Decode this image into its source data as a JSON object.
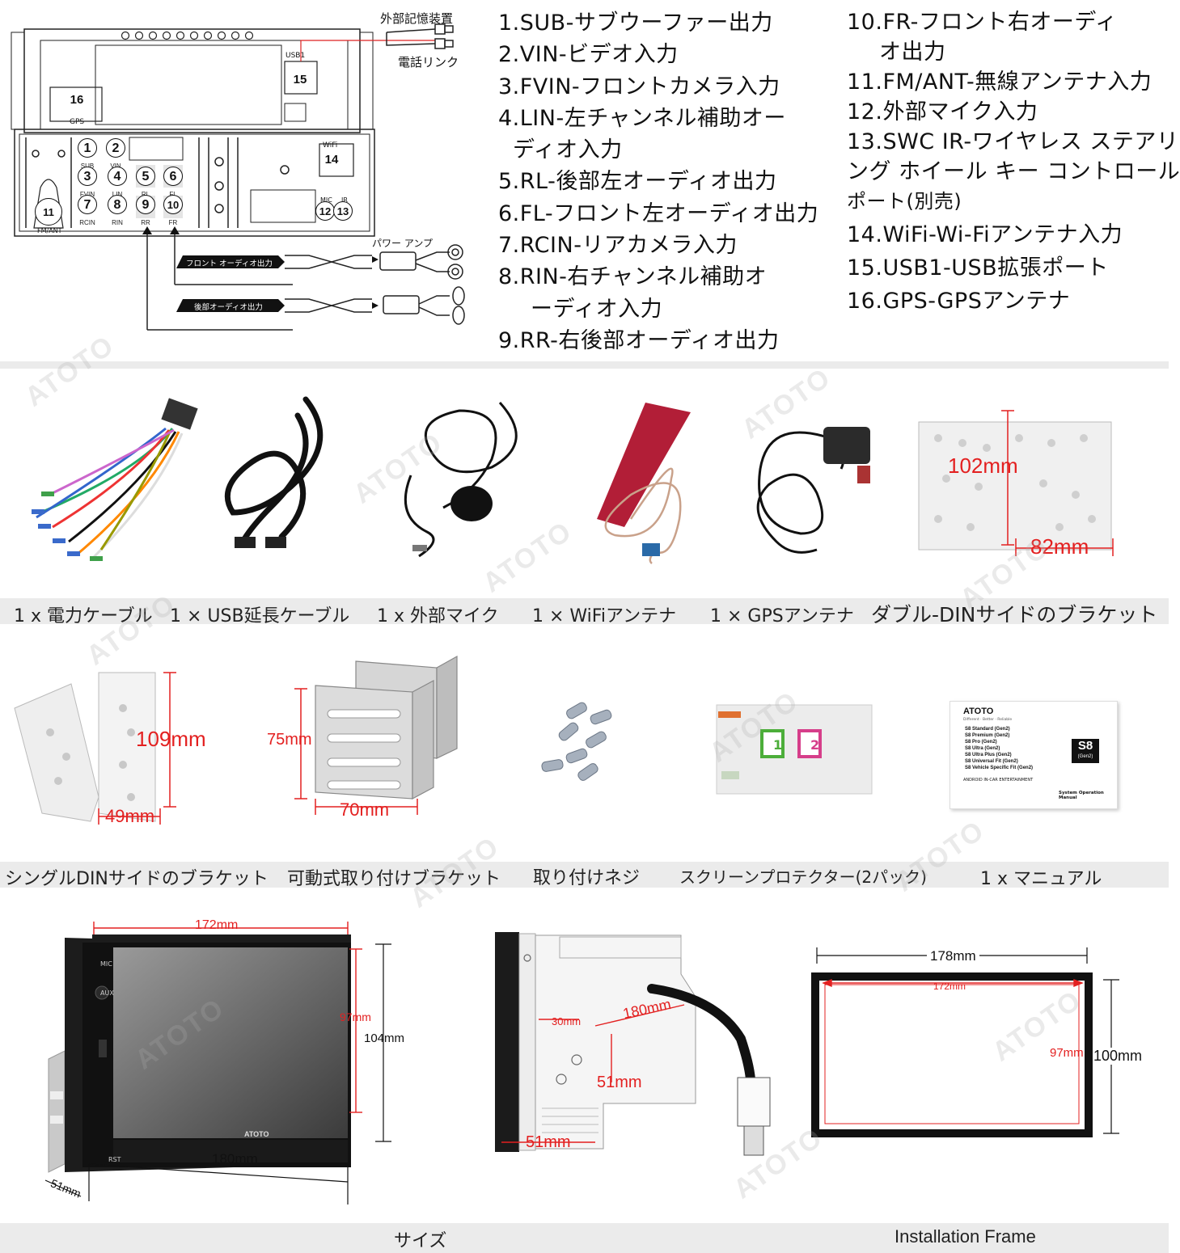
{
  "wiring": {
    "storage_label": "外部記憶装置",
    "phone_label": "電話リンク",
    "usb1_label": "USB1",
    "gps_label": "GPS",
    "fmant_label": "FM/ANT",
    "wifi_label": "WiFi",
    "mic_label": "MIC",
    "ir_label": "IR",
    "front_audio_label": "フロント オーディオ出力",
    "rear_audio_label": "後部オーディオ出力",
    "amp_label": "パワー アンプ",
    "ports": [
      {
        "num": "1",
        "label": "SUB"
      },
      {
        "num": "2",
        "label": "VIN"
      },
      {
        "num": "3",
        "label": "FVIN"
      },
      {
        "num": "4",
        "label": "LIN"
      },
      {
        "num": "5",
        "label": "RL"
      },
      {
        "num": "6",
        "label": "FL"
      },
      {
        "num": "7",
        "label": "RCIN"
      },
      {
        "num": "8",
        "label": "RIN"
      },
      {
        "num": "9",
        "label": "RR"
      },
      {
        "num": "10",
        "label": "FR"
      },
      {
        "num": "11",
        "label": ""
      },
      {
        "num": "12",
        "label": ""
      },
      {
        "num": "13",
        "label": ""
      },
      {
        "num": "14",
        "label": ""
      },
      {
        "num": "15",
        "label": ""
      },
      {
        "num": "16",
        "label": ""
      }
    ]
  },
  "pins_left": [
    "1.SUB-サブウーファー出力",
    "2.VIN-ビデオ入力",
    "3.FVIN-フロントカメラ入力",
    "4.LIN-左チャンネル補助オー",
    "ディオ入力",
    "5.RL-後部左オーディオ出力",
    "6.FL-フロント左オーディオ出力",
    "7.RCIN-リアカメラ入力",
    "8.RIN-右チャンネル補助オ",
    "ーディオ入力",
    "9.RR-右後部オーディオ出力"
  ],
  "pins_right": [
    "10.FR-フロント右オーディ",
    "オ出力",
    "11.FM/ANT-無線アンテナ入力",
    "12.外部マイク入力",
    "13.SWC IR-ワイヤレス ステアリ",
    "ング ホイール キー コントロール",
    "ポート(別売)",
    "14.WiFi-Wi-Fiアンテナ入力",
    "15.USB1-USB拡張ポート",
    "16.GPS-GPSアンテナ"
  ],
  "row1_captions": [
    "1 x 電力ケーブル",
    "1 × USB延長ケーブル",
    "1 x 外部マイク",
    "1 × WiFiアンテナ",
    "1 × GPSアンテナ",
    "ダブル-DINサイドのブラケット"
  ],
  "row2_captions": [
    "シングルDINサイドのブラケット",
    "可動式取り付けブラケット",
    "取り付けネジ",
    "スクリーンプロテクター(2パック)",
    "1 x マニュアル"
  ],
  "row3_captions": [
    "サイズ",
    "Installation Frame"
  ],
  "dims": {
    "double_din_h": "102mm",
    "double_din_w": "82mm",
    "single_din_h": "109mm",
    "single_din_w": "49mm",
    "bracket_h": "75mm",
    "bracket_w": "70mm",
    "screen_w": "172mm",
    "screen_h": "97mm",
    "unit_h": "104mm",
    "unit_w": "180mm",
    "unit_d": "51mm",
    "side_a": "30mm",
    "side_b": "180mm",
    "side_c": "51mm",
    "side_d": "51mm",
    "frame_outer_w": "178mm",
    "frame_inner_w": "172mm",
    "frame_inner_h": "97mm",
    "frame_outer_h": "100mm"
  },
  "device": {
    "brand": "ATOTO",
    "mic_label": "MIC",
    "aux_label": "AUX",
    "rst_label": "RST"
  },
  "manual": {
    "brand": "ATOTO",
    "tagline": "Different · Better · Reliable",
    "models": [
      "S8 Standard (Gen2)",
      "S8 Premium (Gen2)",
      "S8 Pro (Gen2)",
      "S8 Ultra (Gen2)",
      "S8 Ultra Plus (Gen2)",
      "S8 Universal Fit (Gen2)",
      "S8 Vehicle Specific Fit (Gen2)"
    ],
    "subtitle": "ANDROID IN-CAR ENTERTAINMENT",
    "badge": "S8",
    "badge_sub": "(Gen2)",
    "manual_title": "System Operation Manual"
  },
  "protector": {
    "card1": "1",
    "card2": "2"
  },
  "watermark": "ATOTO"
}
